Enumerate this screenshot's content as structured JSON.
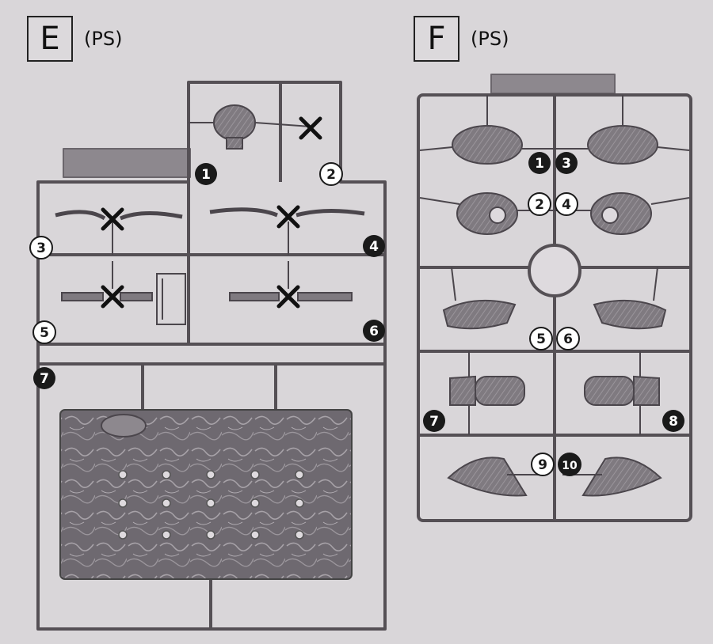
{
  "frames": [
    {
      "letter": "E",
      "material": "(PS)",
      "gate_labels": [
        "1",
        "2",
        "3",
        "4",
        "5",
        "6",
        "7"
      ]
    },
    {
      "letter": "F",
      "material": "(PS)",
      "gate_labels": [
        "1",
        "3",
        "2",
        "4",
        "5",
        "6",
        "7",
        "8",
        "9",
        "10"
      ]
    }
  ],
  "colors": {
    "background": "#d9d6d9",
    "runner": "#555055",
    "part_fill": "#7f7a80",
    "label_dark": "#1a1a1a"
  },
  "icons": [
    "cut-mark-icon"
  ]
}
